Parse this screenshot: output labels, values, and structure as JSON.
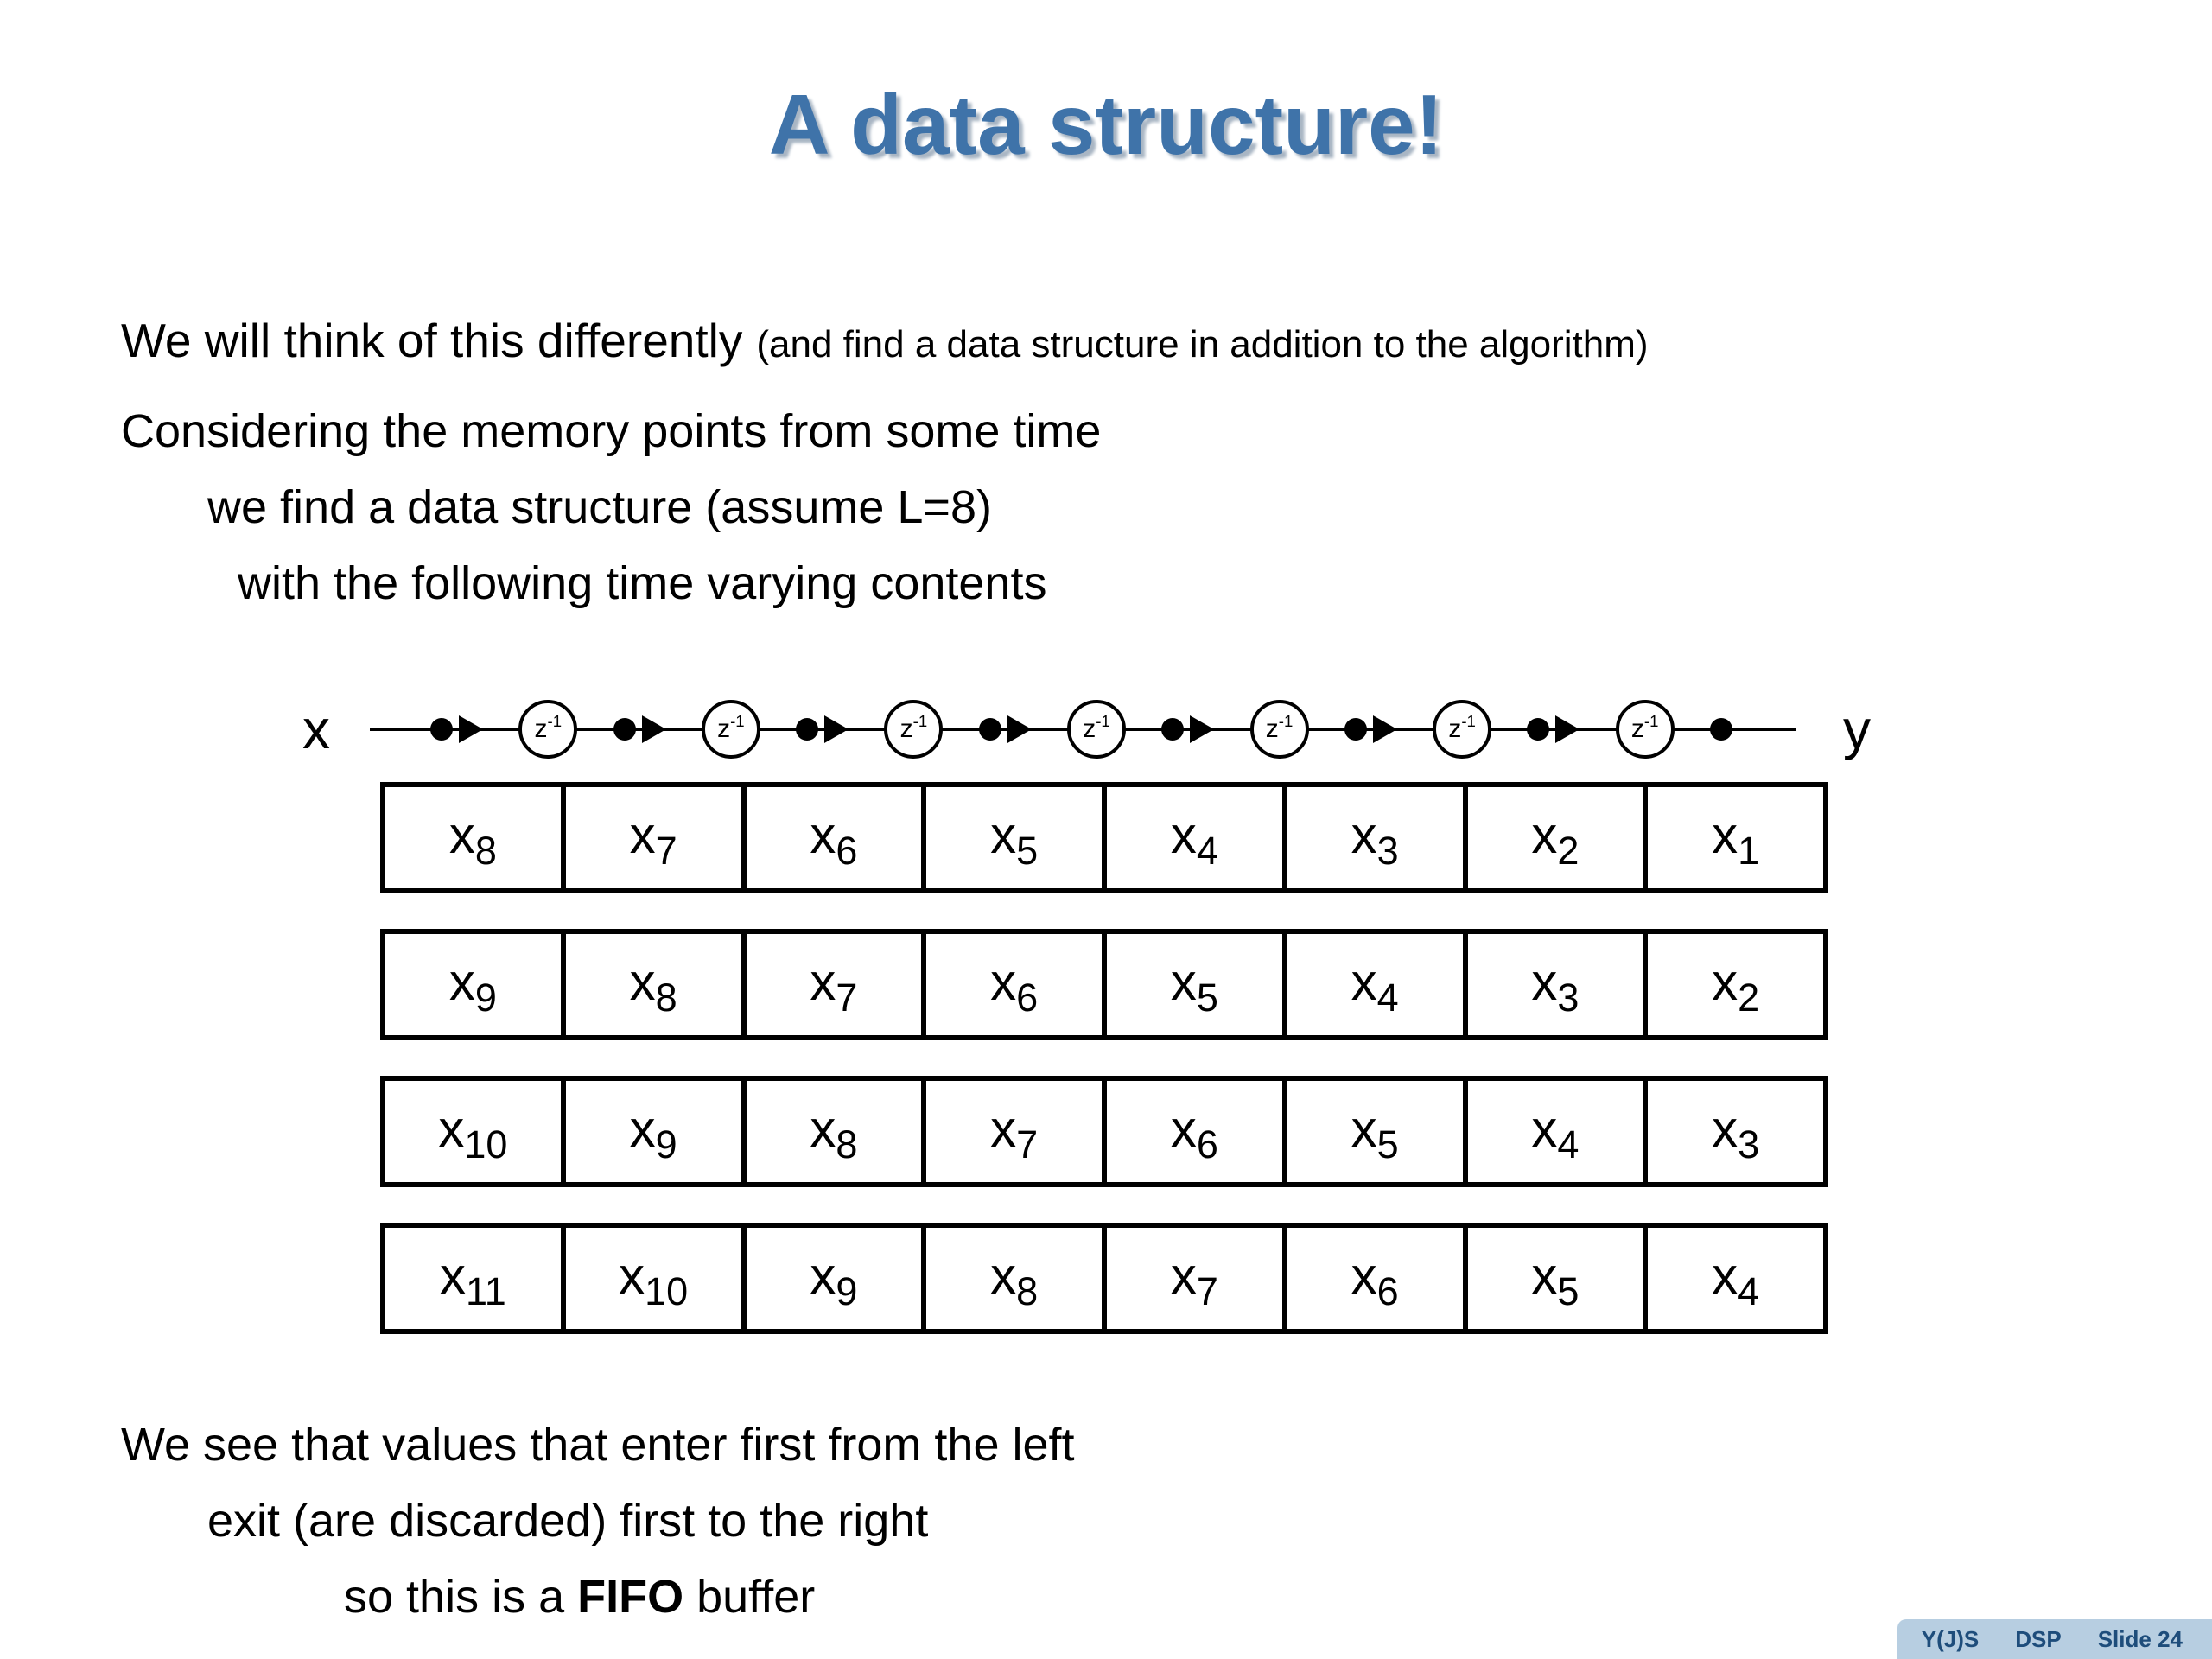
{
  "colors": {
    "title": "#3f73a9",
    "title_shadow": "#a9b6c4",
    "footer_bg": "#b7cee1",
    "footer_text": "#1e4d7b"
  },
  "slide": {
    "title": "A data structure!",
    "intro": {
      "main": "We will think of this differently",
      "note": "(and find a data structure in addition to the algorithm)"
    },
    "body_lines": [
      "Considering the memory points from some time",
      "we find a data structure (assume L=8)",
      "with the following time varying contents"
    ],
    "diagram": {
      "input_label": "x",
      "output_label": "y",
      "delay_base": "z",
      "delay_exp": "-1",
      "num_taps": 8,
      "num_delays": 7
    },
    "fifo": {
      "rows": [
        [
          {
            "base": "x",
            "sub": "8"
          },
          {
            "base": "x",
            "sub": "7"
          },
          {
            "base": "x",
            "sub": "6"
          },
          {
            "base": "x",
            "sub": "5"
          },
          {
            "base": "x",
            "sub": "4"
          },
          {
            "base": "x",
            "sub": "3"
          },
          {
            "base": "x",
            "sub": "2"
          },
          {
            "base": "x",
            "sub": "1"
          }
        ],
        [
          {
            "base": "x",
            "sub": "9"
          },
          {
            "base": "x",
            "sub": "8"
          },
          {
            "base": "x",
            "sub": "7"
          },
          {
            "base": "x",
            "sub": "6"
          },
          {
            "base": "x",
            "sub": "5"
          },
          {
            "base": "x",
            "sub": "4"
          },
          {
            "base": "x",
            "sub": "3"
          },
          {
            "base": "x",
            "sub": "2"
          }
        ],
        [
          {
            "base": "x",
            "sub": "10"
          },
          {
            "base": "x",
            "sub": "9"
          },
          {
            "base": "x",
            "sub": "8"
          },
          {
            "base": "x",
            "sub": "7"
          },
          {
            "base": "x",
            "sub": "6"
          },
          {
            "base": "x",
            "sub": "5"
          },
          {
            "base": "x",
            "sub": "4"
          },
          {
            "base": "x",
            "sub": "3"
          }
        ],
        [
          {
            "base": "x",
            "sub": "11"
          },
          {
            "base": "x",
            "sub": "10"
          },
          {
            "base": "x",
            "sub": "9"
          },
          {
            "base": "x",
            "sub": "8"
          },
          {
            "base": "x",
            "sub": "7"
          },
          {
            "base": "x",
            "sub": "6"
          },
          {
            "base": "x",
            "sub": "5"
          },
          {
            "base": "x",
            "sub": "4"
          }
        ]
      ]
    },
    "conclusion": {
      "line1": "We see that values that enter first from the left",
      "line2": "exit (are discarded) first to the right",
      "line3_prefix": "so this is a ",
      "line3_bold": "FIFO",
      "line3_suffix": " buffer"
    },
    "footer": {
      "author": "Y(J)S",
      "course": "DSP",
      "slide_label": "Slide 24"
    }
  }
}
